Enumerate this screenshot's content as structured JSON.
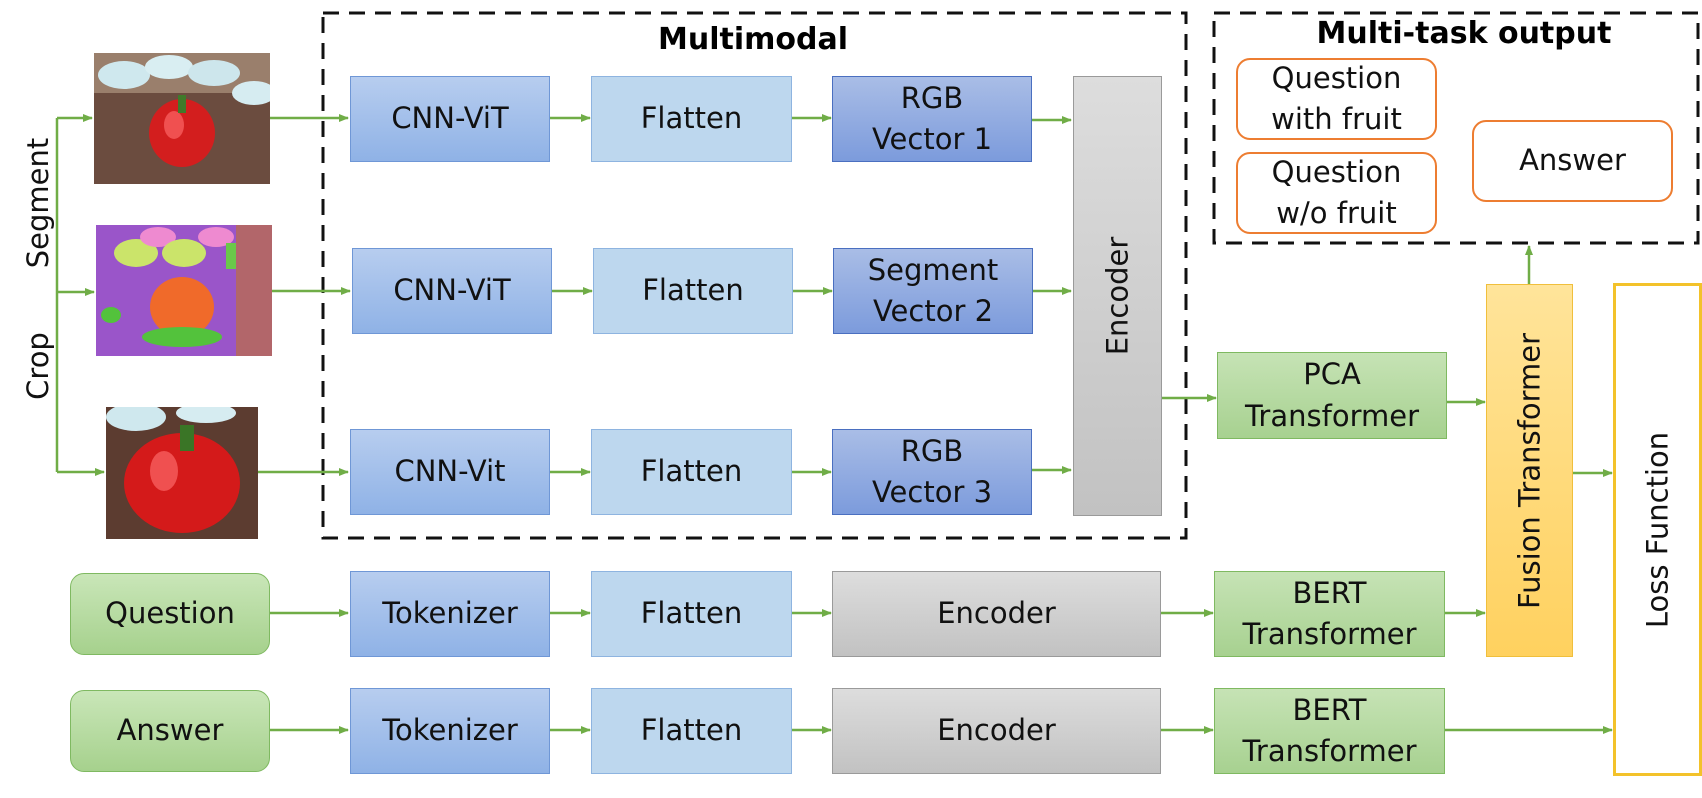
{
  "titles": {
    "multimodal": "Multimodal",
    "multitask": "Multi-task output"
  },
  "side_labels": {
    "segment": "Segment",
    "crop": "Crop"
  },
  "row1": {
    "cnn": "CNN-ViT",
    "flatten": "Flatten",
    "vector": "RGB\nVector 1"
  },
  "row2": {
    "cnn": "CNN-ViT",
    "flatten": "Flatten",
    "vector": "Segment\nVector 2"
  },
  "row3": {
    "cnn": "CNN-Vit",
    "flatten": "Flatten",
    "vector": "RGB\nVector 3"
  },
  "image_encoder": "Encoder",
  "pca": "PCA\nTransformer",
  "fusion": "Fusion Transformer",
  "loss": "Loss Function",
  "outputs": {
    "q_with_fruit": "Question\nwith fruit",
    "q_without_fruit": "Question\nw/o fruit",
    "answer": "Answer"
  },
  "question_row": {
    "input": "Question",
    "tokenizer": "Tokenizer",
    "flatten": "Flatten",
    "encoder": "Encoder",
    "bert": "BERT\nTransformer"
  },
  "answer_row": {
    "input": "Answer",
    "tokenizer": "Tokenizer",
    "flatten": "Flatten",
    "encoder": "Encoder",
    "bert": "BERT\nTransformer"
  },
  "colors": {
    "arrow": "#70ad47",
    "dashed": "#111111",
    "orange": "#ed7d31",
    "loss_border": "#f3c22a"
  }
}
